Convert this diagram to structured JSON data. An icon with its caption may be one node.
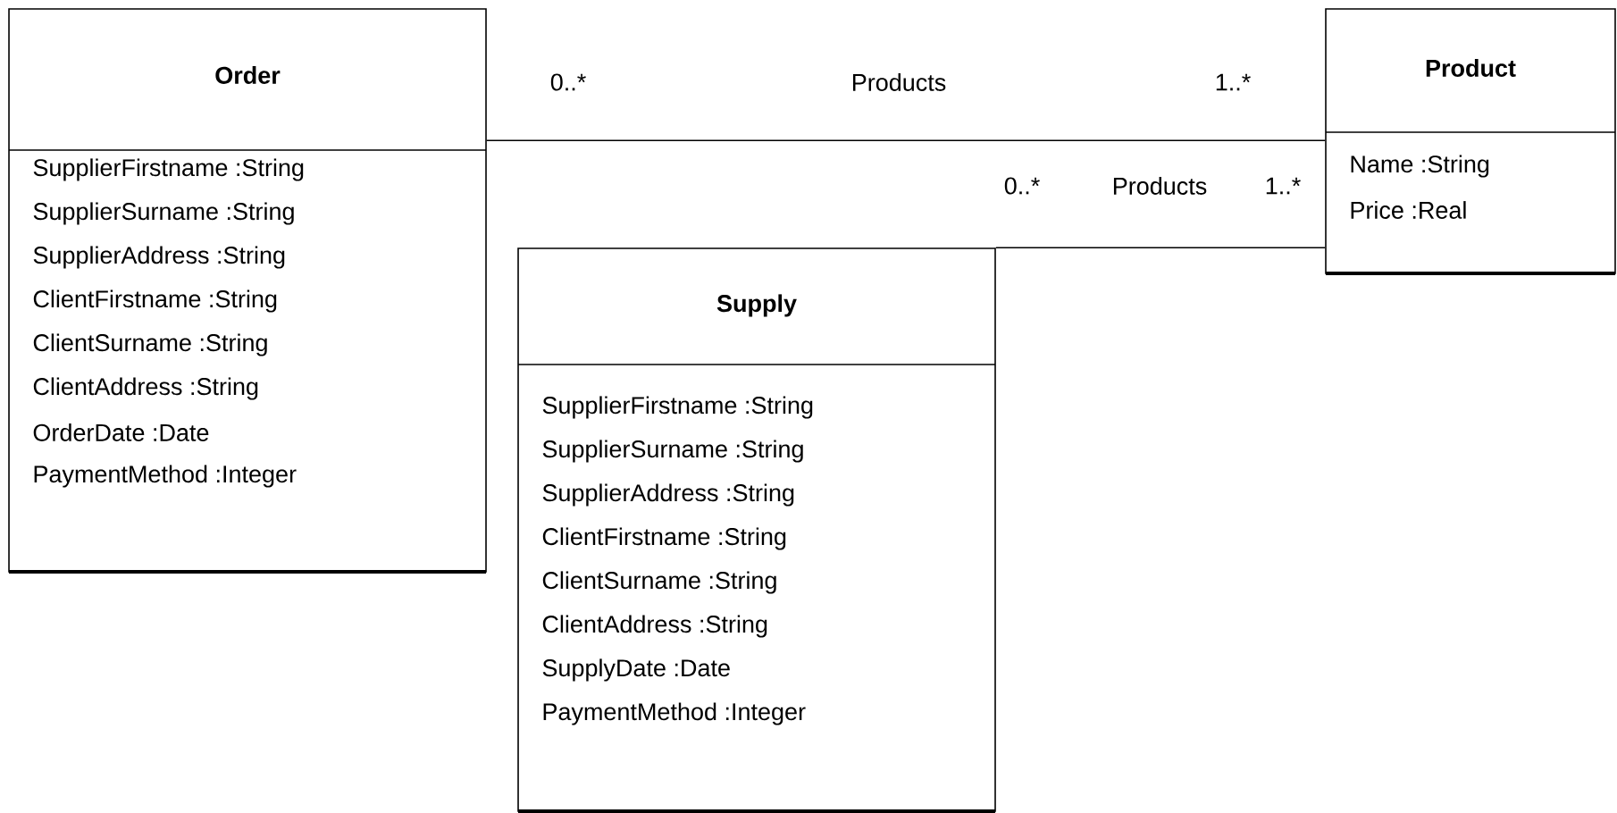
{
  "diagram": {
    "nodes": [
      {
        "text": [
          "Order",
          "SupplierFirstname :String",
          "SupplierSurname :String",
          "SupplierAddress :String",
          "ClientFirstname :String",
          "ClientSurname :String",
          "ClientAddress :String",
          "OrderDate :Date",
          "PaymentMethod :Integer"
        ]
      },
      {
        "text": [
          "Product",
          "Name :String",
          "Price :Real"
        ]
      },
      {
        "text": [
          "Supply",
          "SupplierFirstname :String",
          "SupplierSurname :String",
          "SupplierAddress :String",
          "ClientFirstname :String",
          "ClientSurname :String",
          "ClientAddress :String",
          "SupplyDate :Date",
          "PaymentMethod :Integer"
        ]
      }
    ],
    "edges": [
      {
        "from": 0,
        "to": 1,
        "arrow": "none",
        "label": "Products"
      },
      {
        "from": 2,
        "to": 1,
        "arrow": "none",
        "label": "Products"
      }
    ],
    "labels": [
      "0..*",
      "1..*",
      "0..*",
      "1..*"
    ]
  }
}
